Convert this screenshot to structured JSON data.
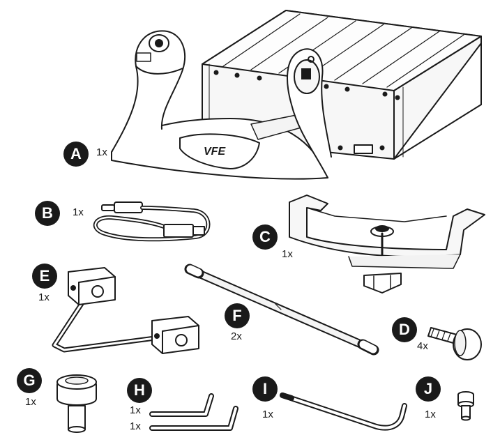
{
  "parts": [
    {
      "letter": "A",
      "qty": "1x"
    },
    {
      "letter": "B",
      "qty": "1x"
    },
    {
      "letter": "C",
      "qty": "1x"
    },
    {
      "letter": "D",
      "qty": "4x"
    },
    {
      "letter": "E",
      "qty": "1x"
    },
    {
      "letter": "F",
      "qty": "2x"
    },
    {
      "letter": "G",
      "qty": "1x"
    },
    {
      "letter": "H",
      "qty": [
        "1x",
        "1x"
      ]
    },
    {
      "letter": "I",
      "qty": "1x"
    },
    {
      "letter": "J",
      "qty": "1x"
    }
  ],
  "logo_text": "VFE",
  "colors": {
    "ink": "#1a1a1a",
    "paper": "#ffffff",
    "fill": "#f4f4f4"
  }
}
